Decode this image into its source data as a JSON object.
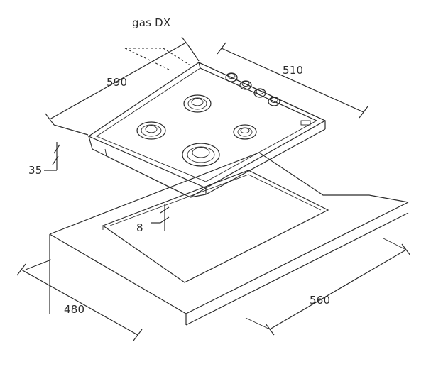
{
  "diagram": {
    "connection_label": "gas DX",
    "dimensions": {
      "hob_depth": "590",
      "hob_width": "510",
      "hob_height": "35",
      "frame_gap": "8",
      "cutout_depth": "480",
      "cutout_width": "560"
    },
    "colors": {
      "line": "#2b2b2b",
      "background": "#ffffff"
    }
  }
}
